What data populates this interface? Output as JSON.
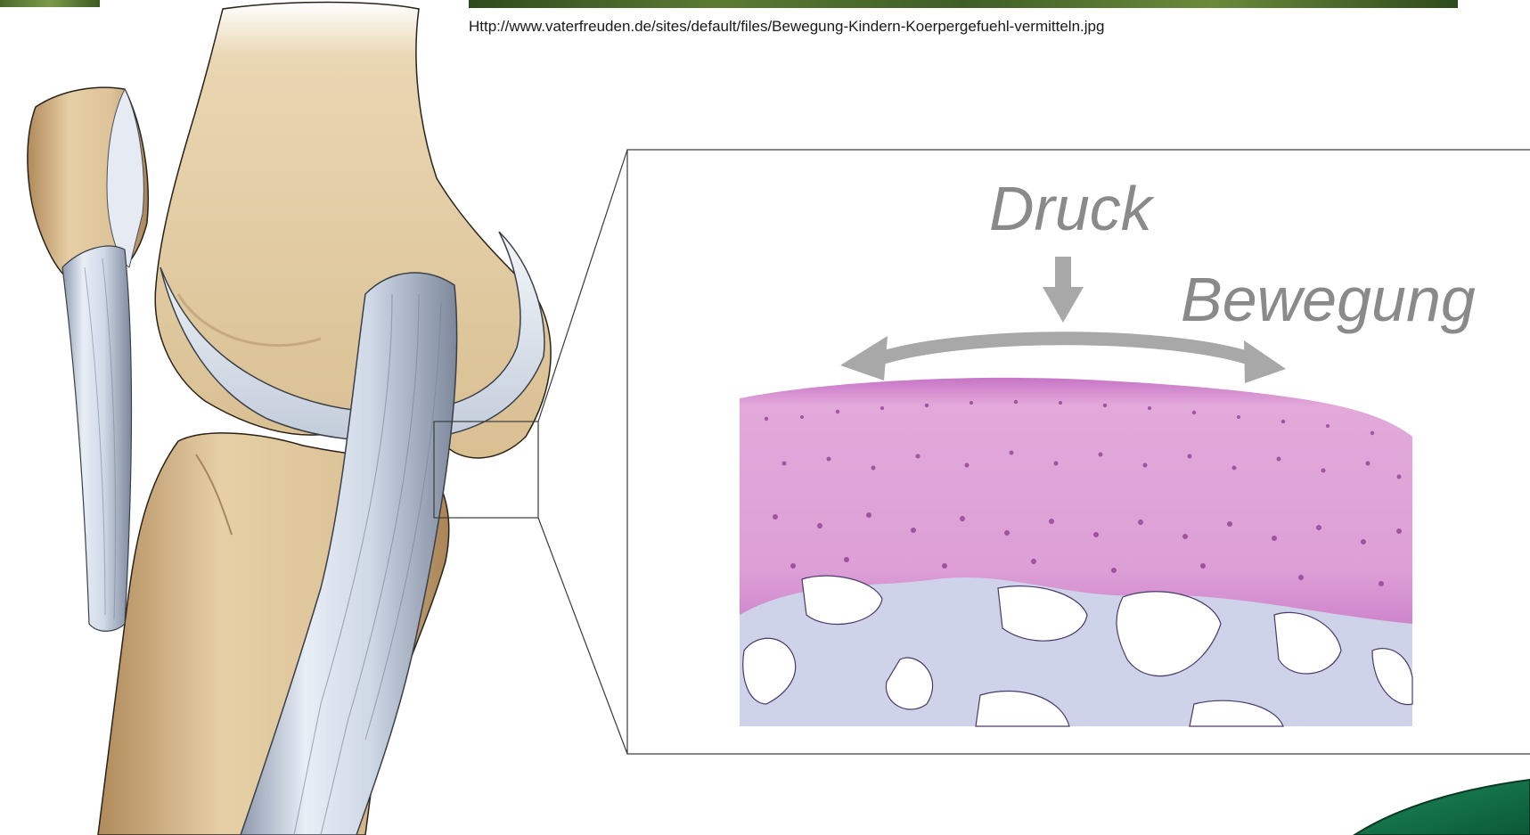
{
  "source": {
    "url_text": "Http://www.vaterfreuden.de/sites/default/files/Bewegung-Kindern-Koerpergefuehl-vermitteln.jpg"
  },
  "labels": {
    "pressure": "Druck",
    "movement": "Bewegung"
  },
  "colors": {
    "bone": "#dcc39a",
    "bone_shade": "#b9986a",
    "ligament": "#dfe6f0",
    "ligament_shade": "#9aa6b8",
    "cartilage_stain": "#d99ad4",
    "tidemark": "#b860b8",
    "subchondral": "#c9cde8",
    "label_gray": "#8a8a8a",
    "logo_green": "#0f6b43"
  }
}
